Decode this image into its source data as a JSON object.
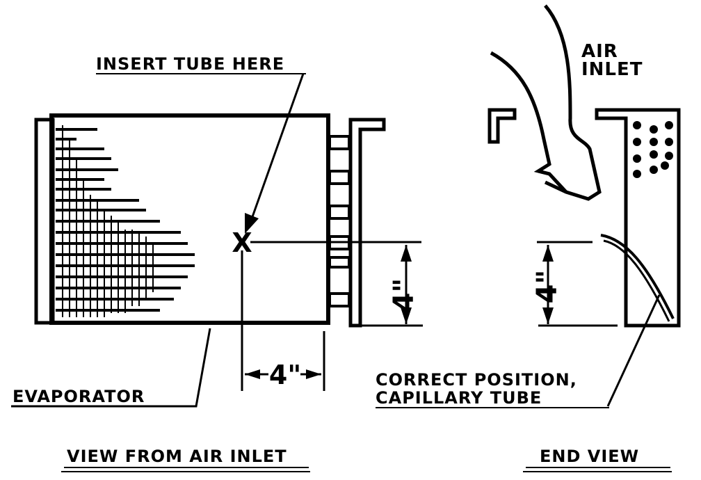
{
  "labels": {
    "insert_tube": "INSERT TUBE HERE",
    "air_inlet_line1": "AIR",
    "air_inlet_line2": "INLET",
    "evaporator": "EVAPORATOR",
    "correct_position_line1": "CORRECT POSITION,",
    "correct_position_line2": "CAPILLARY TUBE",
    "view_from_air_inlet": "VIEW FROM AIR INLET",
    "end_view": "END VIEW"
  },
  "dimensions": {
    "front_vertical": "4\"",
    "front_horizontal": "4\"",
    "end_vertical": "4\""
  },
  "symbols": {
    "insert_mark": "X"
  },
  "colors": {
    "ink": "#000000",
    "paper": "#ffffff"
  }
}
